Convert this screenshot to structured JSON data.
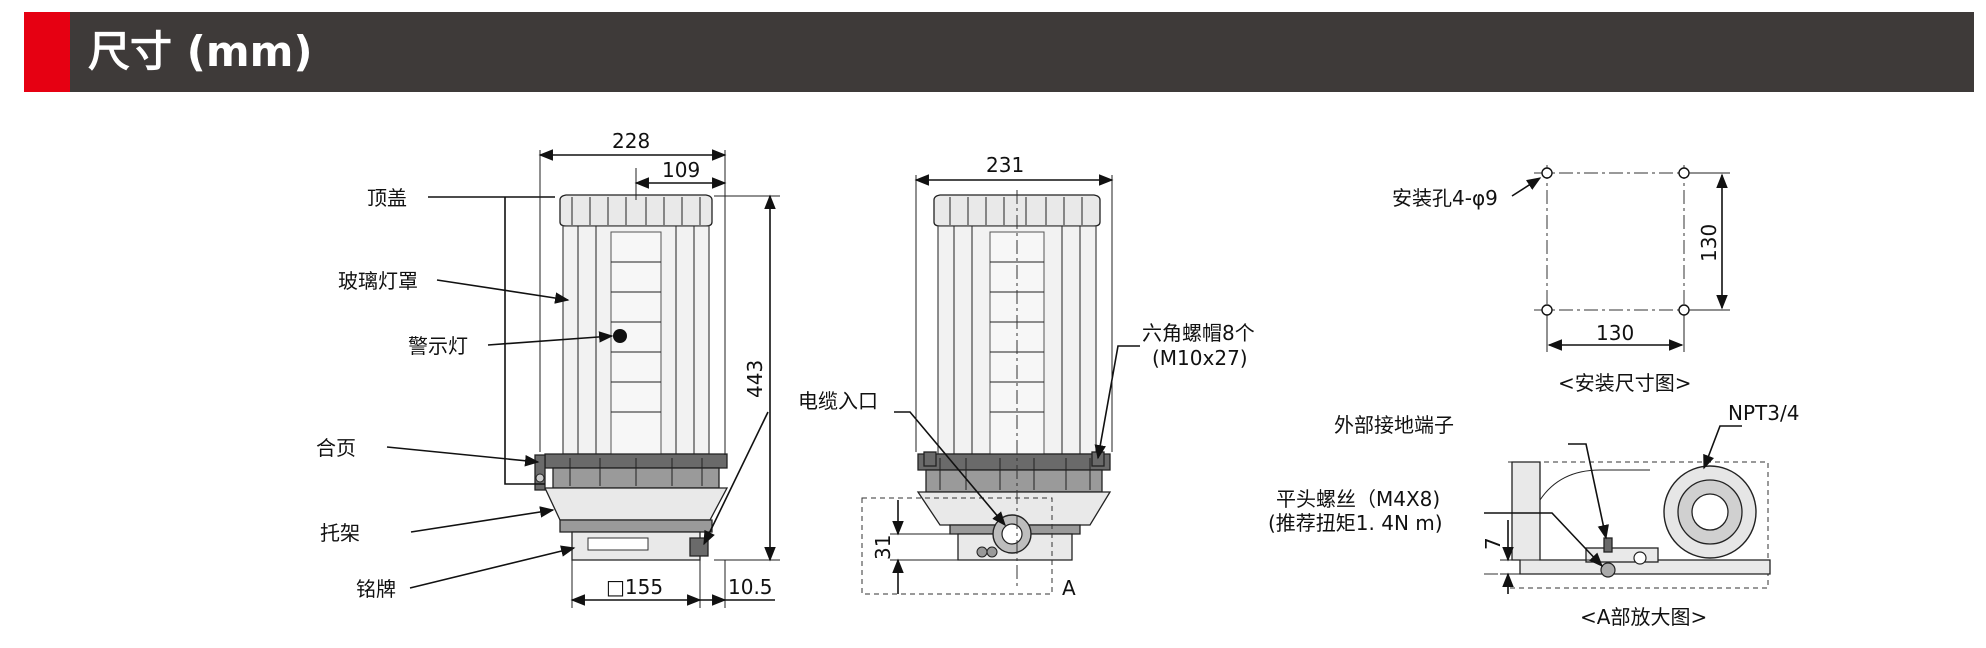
{
  "header": {
    "title": "尺寸 (mm)",
    "bar_color": "#3e3a39",
    "accent_color": "#e60012"
  },
  "front_view": {
    "labels": {
      "top_cover": "顶盖",
      "glass_cover": "玻璃灯罩",
      "warning_light": "警示灯",
      "hinge": "合页",
      "bracket": "托架",
      "nameplate": "铭牌"
    },
    "dims": {
      "width": "228",
      "half_width": "109",
      "height": "443",
      "base": "□155",
      "offset": "10.5"
    }
  },
  "side_view": {
    "labels": {
      "cable_inlet": "电缆入口",
      "hex_nut": "六角螺帽8个",
      "hex_nut_spec": "(M10x27)",
      "detail_mark": "A"
    },
    "dims": {
      "width": "231",
      "inlet_height": "31"
    }
  },
  "mounting": {
    "hole_label": "安装孔4-φ9",
    "dim_vertical": "130",
    "dim_horizontal": "130",
    "caption": "<安装尺寸图>"
  },
  "detail_a": {
    "labels": {
      "ground_terminal": "外部接地端子",
      "screw": "平头螺丝（M4X8)",
      "torque": "(推荐扭矩1. 4N m)",
      "npt": "NPT3/4"
    },
    "dims": {
      "height": "7"
    },
    "caption": "<A部放大图>"
  }
}
